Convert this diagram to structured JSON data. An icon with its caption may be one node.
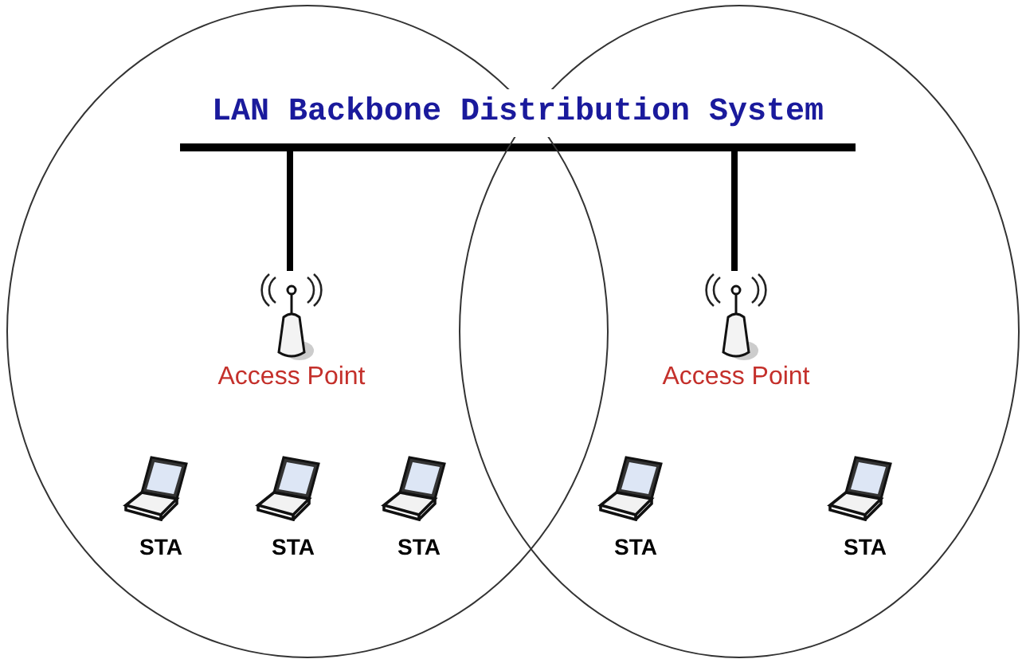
{
  "diagram": {
    "nodes": [
      {
        "text": [],
        "shape": "bar"
      },
      {
        "text": [],
        "shape": "circle"
      },
      {
        "text": [],
        "shape": "circle"
      },
      {
        "text": [
          "Access Point"
        ],
        "in": 1
      },
      {
        "text": [
          "Access Point"
        ],
        "in": 2
      },
      {
        "text": [
          "STA"
        ],
        "in": 1
      },
      {
        "text": [
          "STA"
        ],
        "in": 1
      },
      {
        "text": [
          "STA"
        ],
        "in": 1
      },
      {
        "text": [
          "STA"
        ],
        "in": 2
      },
      {
        "text": [
          "STA"
        ],
        "in": 2
      }
    ],
    "edges": [
      {
        "from": 0,
        "to": 3,
        "arrow": "none"
      },
      {
        "from": 0,
        "to": 4,
        "arrow": "none"
      }
    ],
    "labels": [
      "LAN Backbone Distribution System"
    ]
  }
}
